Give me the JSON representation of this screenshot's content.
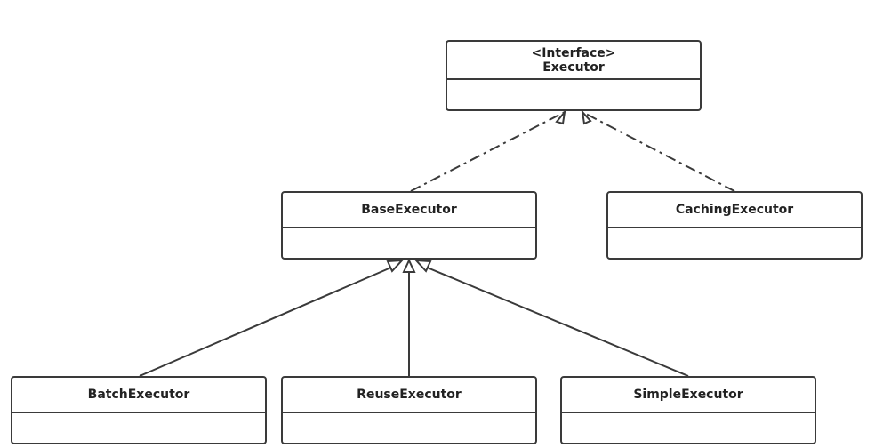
{
  "diagram": {
    "classes": {
      "executor": {
        "stereotype": "<Interface>",
        "name": "Executor"
      },
      "base": {
        "name": "BaseExecutor"
      },
      "caching": {
        "name": "CachingExecutor"
      },
      "batch": {
        "name": "BatchExecutor"
      },
      "reuse": {
        "name": "ReuseExecutor"
      },
      "simple": {
        "name": "SimpleExecutor"
      }
    },
    "relations": [
      {
        "from": "BaseExecutor",
        "to": "Executor",
        "type": "realization"
      },
      {
        "from": "CachingExecutor",
        "to": "Executor",
        "type": "realization"
      },
      {
        "from": "BatchExecutor",
        "to": "BaseExecutor",
        "type": "generalization"
      },
      {
        "from": "ReuseExecutor",
        "to": "BaseExecutor",
        "type": "generalization"
      },
      {
        "from": "SimpleExecutor",
        "to": "BaseExecutor",
        "type": "generalization"
      }
    ],
    "colors": {
      "stroke": "#3a3a3a",
      "text": "#222222",
      "background": "#ffffff"
    }
  }
}
